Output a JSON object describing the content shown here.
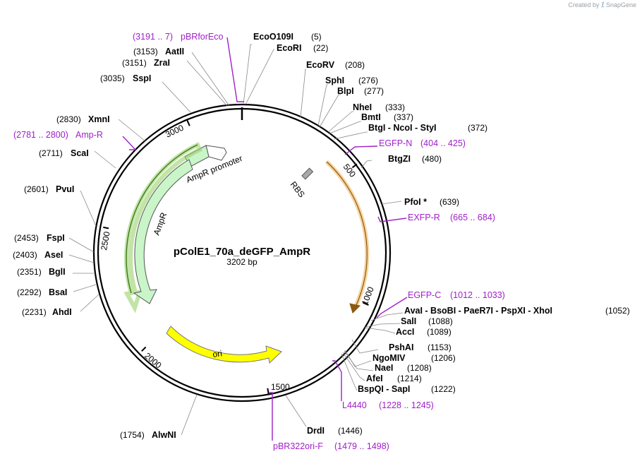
{
  "credit": {
    "prefix": "Created by",
    "brand": "SnapGene"
  },
  "plasmid": {
    "name": "pColE1_70a_deGFP_AmpR",
    "size_label": "3202 bp",
    "length": 3202
  },
  "ticks": [
    {
      "bp": 3000,
      "label": "3000"
    },
    {
      "bp": 500,
      "label": "500"
    },
    {
      "bp": 1000,
      "label": "1000"
    },
    {
      "bp": 1500,
      "label": "1500"
    },
    {
      "bp": 2000,
      "label": "2000"
    },
    {
      "bp": 2500,
      "label": "2500"
    }
  ],
  "features": [
    {
      "name": "AmpR promoter",
      "color": "#c9f5c9"
    },
    {
      "name": "AmpR",
      "color": "#c9f5c9"
    },
    {
      "name": "RBS",
      "color": "#a9a9a9"
    },
    {
      "name": "ori",
      "color": "#ffff00"
    }
  ],
  "enzymes": [
    {
      "name": "EcoO109I",
      "pos": "(5)"
    },
    {
      "name": "EcoRI",
      "pos": "(22)"
    },
    {
      "name": "EcoRV",
      "pos": "(208)"
    },
    {
      "name": "SphI",
      "pos": "(276)"
    },
    {
      "name": "BlpI",
      "pos": "(277)"
    },
    {
      "name": "NheI",
      "pos": "(333)"
    },
    {
      "name": "BmtI",
      "pos": "(337)"
    },
    {
      "name": "BtgI - NcoI - StyI",
      "pos": "(372)"
    },
    {
      "name": "BtgZI",
      "pos": "(480)"
    },
    {
      "name": "PfoI *",
      "pos": "(639)"
    },
    {
      "name": "AvaI - BsoBI - PaeR7I - PspXI - XhoI",
      "pos": "(1052)"
    },
    {
      "name": "SalI",
      "pos": "(1088)"
    },
    {
      "name": "AccI",
      "pos": "(1089)"
    },
    {
      "name": "PshAI",
      "pos": "(1153)"
    },
    {
      "name": "NgoMIV",
      "pos": "(1206)"
    },
    {
      "name": "NaeI",
      "pos": "(1208)"
    },
    {
      "name": "AfeI",
      "pos": "(1214)"
    },
    {
      "name": "BspQI - SapI",
      "pos": "(1222)"
    },
    {
      "name": "DrdI",
      "pos": "(1446)"
    },
    {
      "name": "AlwNI",
      "pos": "(1754)"
    },
    {
      "name": "AhdI",
      "pos": "(2231)"
    },
    {
      "name": "BsaI",
      "pos": "(2292)"
    },
    {
      "name": "BglI",
      "pos": "(2351)"
    },
    {
      "name": "AseI",
      "pos": "(2403)"
    },
    {
      "name": "FspI",
      "pos": "(2453)"
    },
    {
      "name": "PvuI",
      "pos": "(2601)"
    },
    {
      "name": "ScaI",
      "pos": "(2711)"
    },
    {
      "name": "XmnI",
      "pos": "(2830)"
    },
    {
      "name": "SspI",
      "pos": "(3035)"
    },
    {
      "name": "ZraI",
      "pos": "(3151)"
    },
    {
      "name": "AatII",
      "pos": "(3153)"
    }
  ],
  "primers": [
    {
      "name": "pBRforEco",
      "range": "(3191 .. 7)"
    },
    {
      "name": "EGFP-N",
      "range": "(404 .. 425)"
    },
    {
      "name": "EXFP-R",
      "range": "(665 .. 684)"
    },
    {
      "name": "EGFP-C",
      "range": "(1012 .. 1033)"
    },
    {
      "name": "L4440",
      "range": "(1228 .. 1245)"
    },
    {
      "name": "pBR322ori-F",
      "range": "(1479 .. 1498)"
    },
    {
      "name": "Amp-R",
      "range": "(2781 .. 2800)"
    }
  ],
  "colors": {
    "primer": "#a020c8",
    "backbone": "#000000",
    "orange_arrow": "#f0b860",
    "green_outline": "#3c7a1a"
  }
}
